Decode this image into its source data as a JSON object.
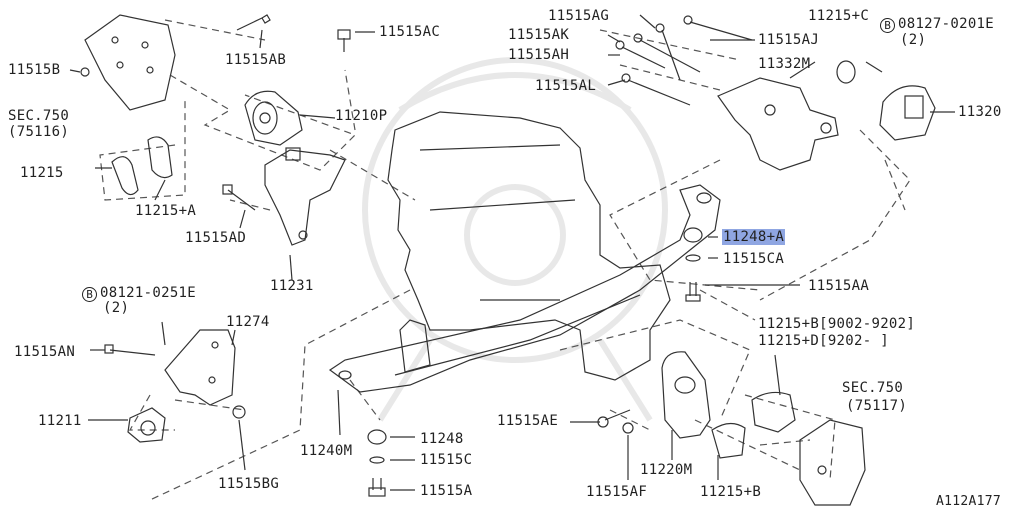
{
  "diagram": {
    "drawing_id": "A112A177",
    "highlight_color": "#8fa6e2",
    "parts": [
      {
        "id": "p_11515B",
        "label": "11515B"
      },
      {
        "id": "p_sec750a",
        "label": "SEC.750"
      },
      {
        "id": "p_75116",
        "label": "(75116)"
      },
      {
        "id": "p_11215",
        "label": "11215"
      },
      {
        "id": "p_11215A",
        "label": "11215+A"
      },
      {
        "id": "p_11515AB",
        "label": "11515AB"
      },
      {
        "id": "p_11515AC",
        "label": "11515AC"
      },
      {
        "id": "p_11210P",
        "label": "11210P"
      },
      {
        "id": "p_11515AD",
        "label": "11515AD"
      },
      {
        "id": "p_11231",
        "label": "11231"
      },
      {
        "id": "p_11515AG",
        "label": "11515AG"
      },
      {
        "id": "p_11515AK",
        "label": "11515AK"
      },
      {
        "id": "p_11515AH",
        "label": "11515AH"
      },
      {
        "id": "p_11515AJ",
        "label": "11515AJ"
      },
      {
        "id": "p_11515AL",
        "label": "11515AL"
      },
      {
        "id": "p_11332M",
        "label": "11332M"
      },
      {
        "id": "p_11215C",
        "label": "11215+C"
      },
      {
        "id": "p_08127",
        "label": "08127-0201E"
      },
      {
        "id": "p_08127q",
        "label": "(2)"
      },
      {
        "id": "p_11320",
        "label": "11320"
      },
      {
        "id": "p_11248A",
        "label": "11248+A",
        "highlighted": true
      },
      {
        "id": "p_11515CA",
        "label": "11515CA"
      },
      {
        "id": "p_11515AA",
        "label": "11515AA"
      },
      {
        "id": "p_08121",
        "label": "08121-0251E"
      },
      {
        "id": "p_08121q",
        "label": "(2)"
      },
      {
        "id": "p_11274",
        "label": "11274"
      },
      {
        "id": "p_11515AN",
        "label": "11515AN"
      },
      {
        "id": "p_11211",
        "label": "11211"
      },
      {
        "id": "p_11515BG",
        "label": "11515BG"
      },
      {
        "id": "p_11240M",
        "label": "11240M"
      },
      {
        "id": "p_11248",
        "label": "11248"
      },
      {
        "id": "p_11515C",
        "label": "11515C"
      },
      {
        "id": "p_11515A",
        "label": "11515A"
      },
      {
        "id": "p_11515AE",
        "label": "11515AE"
      },
      {
        "id": "p_11515AF",
        "label": "11515AF"
      },
      {
        "id": "p_11220M",
        "label": "11220M"
      },
      {
        "id": "p_11215B_bot",
        "label": "11215+B"
      },
      {
        "id": "p_11215B_rng",
        "label": "11215+B[9002-9202]"
      },
      {
        "id": "p_11215D_rng",
        "label": "11215+D[9202-    ]"
      },
      {
        "id": "p_sec750b",
        "label": "SEC.750"
      },
      {
        "id": "p_75117",
        "label": "(75117)"
      }
    ],
    "bolt_marker": "B"
  }
}
